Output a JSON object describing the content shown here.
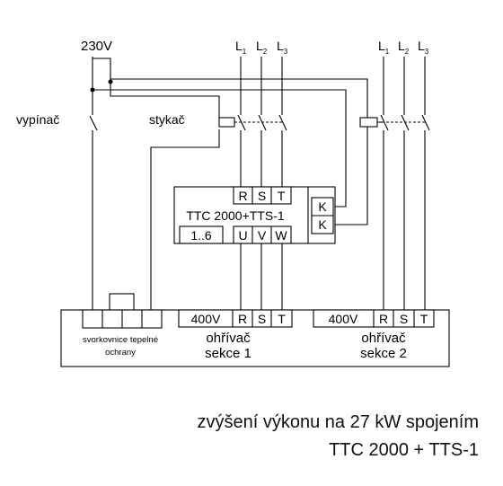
{
  "supply": {
    "v230": "230V",
    "phase_letter": "L",
    "phase_subs": [
      "1",
      "2",
      "3"
    ]
  },
  "labels": {
    "switch": "vypínač",
    "contactor": "stykač"
  },
  "controller": {
    "title": "TTC 2000+TTS-1",
    "inputs": [
      "R",
      "S",
      "T"
    ],
    "outputs": [
      "U",
      "V",
      "W"
    ],
    "range": "1..6",
    "contacts": [
      "K",
      "K"
    ]
  },
  "boiler": {
    "terminal_block": [
      "svorkovnice tepelné",
      "ochrany"
    ],
    "sections": [
      {
        "voltage": "400V",
        "terms": [
          "R",
          "S",
          "T"
        ],
        "name": [
          "ohřívač",
          "sekce 1"
        ]
      },
      {
        "voltage": "400V",
        "terms": [
          "R",
          "S",
          "T"
        ],
        "name": [
          "ohřívač",
          "sekce 2"
        ]
      }
    ]
  },
  "caption": [
    "zvýšení výkonu na 27 kW spojením",
    "TTC 2000 + TTS-1"
  ]
}
